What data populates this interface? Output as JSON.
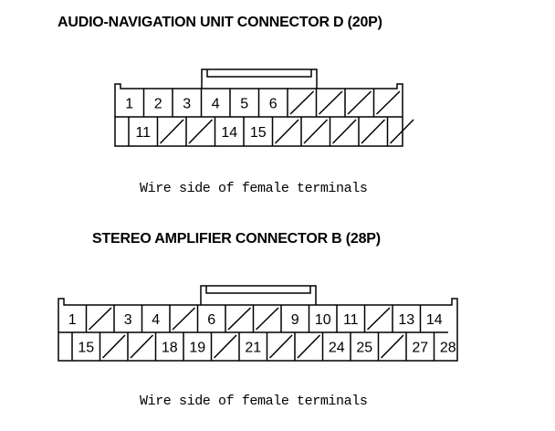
{
  "connector_d": {
    "title": "AUDIO-NAVIGATION UNIT CONNECTOR D (20P)",
    "caption": "Wire side of female terminals",
    "top_row": [
      "1",
      "2",
      "3",
      "4",
      "5",
      "6",
      "",
      "",
      "",
      ""
    ],
    "bottom_row": [
      "11",
      "",
      "",
      "14",
      "15",
      "",
      "",
      "",
      "",
      ""
    ]
  },
  "connector_b": {
    "title": "STEREO AMPLIFIER CONNECTOR B (28P)",
    "caption": "Wire side of female terminals",
    "top_row": [
      "1",
      "",
      "3",
      "4",
      "",
      "6",
      "",
      "",
      "9",
      "10",
      "11",
      "",
      "13",
      "14"
    ],
    "bottom_row": [
      "15",
      "",
      "",
      "18",
      "19",
      "",
      "21",
      "",
      "",
      "24",
      "25",
      "",
      "27",
      "28"
    ]
  }
}
